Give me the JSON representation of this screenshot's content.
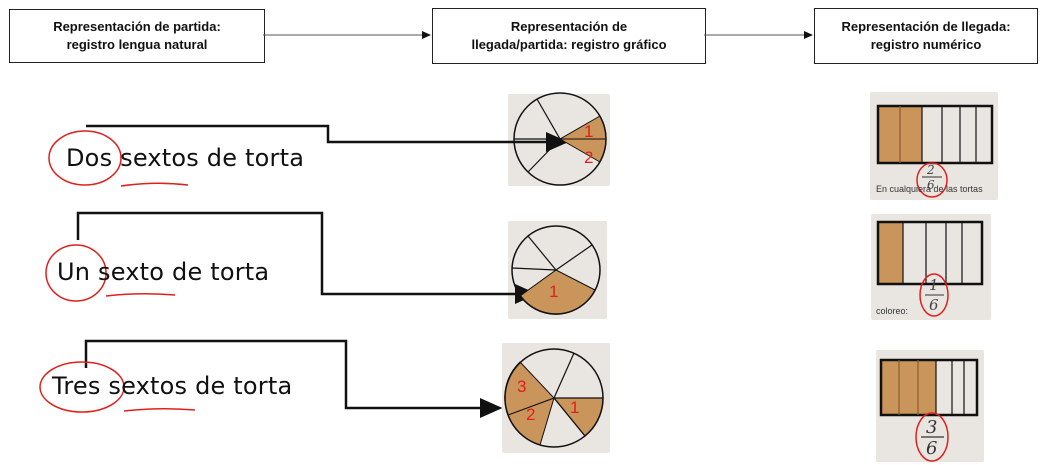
{
  "headers": {
    "start": {
      "line1": "Representación de partida:",
      "line2": "registro lengua natural"
    },
    "middle": {
      "line1": "Representación de",
      "line2": "llegada/partida: registro gráfico"
    },
    "end": {
      "line1": "Representación de llegada:",
      "line2": "registro numérico"
    }
  },
  "rows": [
    {
      "number_word": "Dos",
      "rest": "sextos de torta",
      "slice_numbers": [
        "1",
        "2"
      ],
      "fraction": {
        "numerator": "2",
        "denominator": "6"
      },
      "caption": "En cualquiera de las tortas"
    },
    {
      "number_word": "Un",
      "rest": "sexto de torta",
      "slice_numbers": [
        "1"
      ],
      "fraction": {
        "numerator": "1",
        "denominator": "6"
      },
      "caption": "coloreo:"
    },
    {
      "number_word": "Tres",
      "rest": "sextos de torta",
      "slice_numbers": [
        "3",
        "2",
        "1"
      ],
      "fraction": {
        "numerator": "3",
        "denominator": "6"
      },
      "caption": ""
    }
  ],
  "colors": {
    "highlight": "#e0201c",
    "fill": "#c9955a",
    "line": "#111111"
  }
}
